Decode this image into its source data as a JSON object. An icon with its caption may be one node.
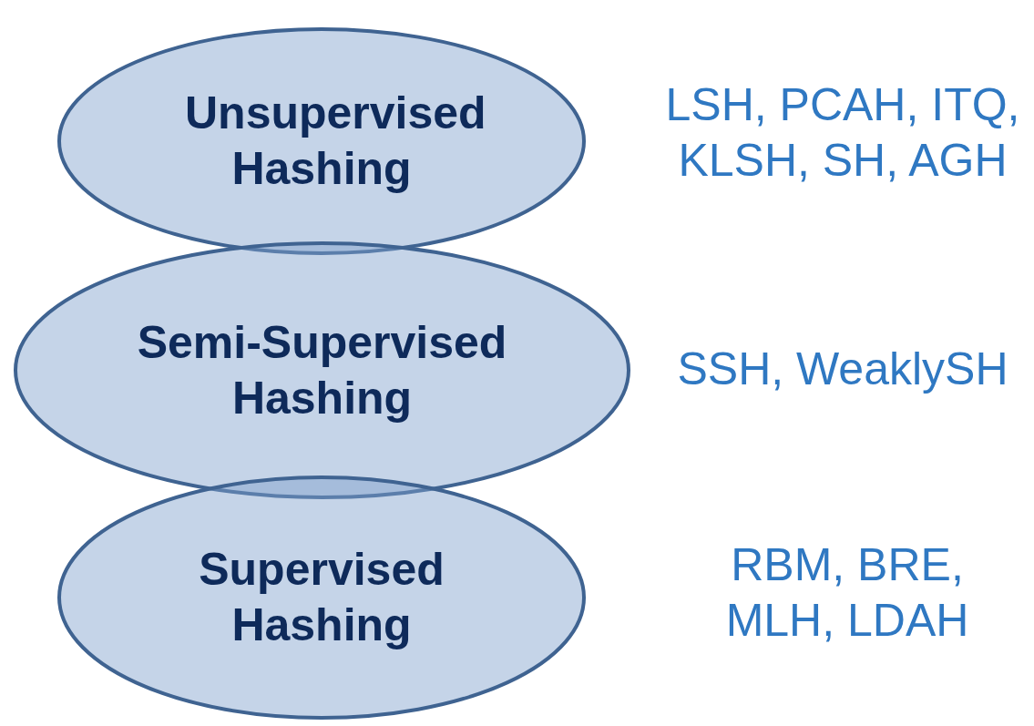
{
  "diagram": {
    "nodes": [
      {
        "text": [
          "Unsupervised Hashing"
        ],
        "beside": [
          "LSH, PCAH, ITQ, KLSH, SH, AGH"
        ]
      },
      {
        "text": [
          "Semi-Supervised Hashing"
        ],
        "beside": [
          "SSH, WeaklySH"
        ]
      },
      {
        "text": [
          "Supervised Hashing"
        ],
        "beside": [
          "RBM, BRE, MLH, LDAH"
        ]
      }
    ]
  }
}
